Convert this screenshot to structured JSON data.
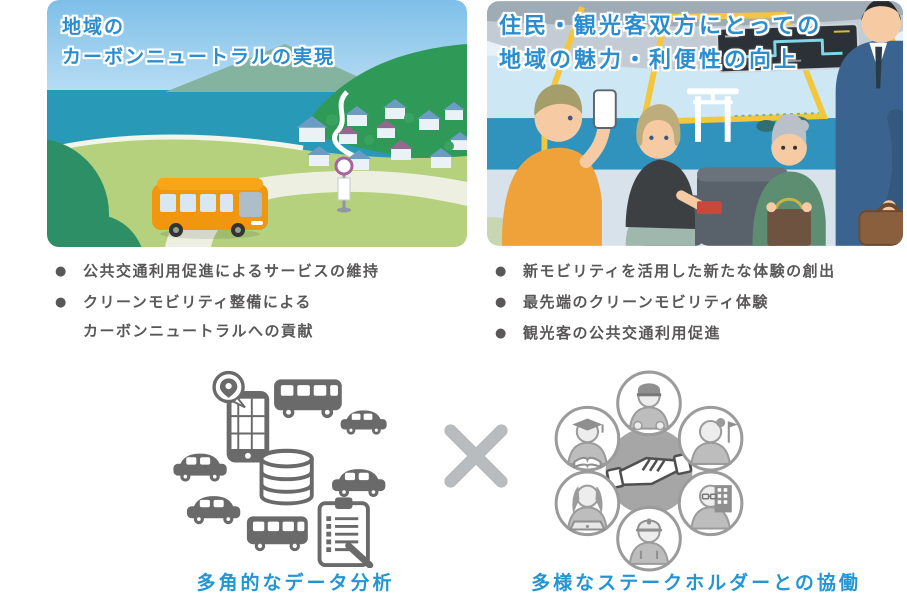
{
  "glyphs": {
    "bullet": "●",
    "separator": "×"
  },
  "colors": {
    "title_blue": "#2b8dce",
    "label_blue": "#2196d2",
    "text_gray": "#595757",
    "icon_gray": "#6a6a6a",
    "stakeholder_gray": "#9b9b9b",
    "x_gray": "#b9bcbe",
    "bus_orange": "#f0960f",
    "sea_teal": "#2899b6",
    "frame_yellow": "#f2c73c"
  },
  "panels": [
    {
      "id": "carbon-neutral",
      "title": "地域の\nカーボンニュートラルの実現",
      "illustration": "coastal-town-with-orange-bus",
      "bullets": [
        "公共交通利用促進によるサービスの維持",
        "クリーンモビリティ整備による\nカーボンニュートラルへの貢献"
      ]
    },
    {
      "id": "attractiveness",
      "title": "住民・観光客双方にとっての\n地域の魅力・利便性の向上",
      "illustration": "bus-interior-with-passengers",
      "bullets": [
        "新モビリティを活用した新たな体験の創出",
        "最先端のクリーンモビリティ体験",
        "観光客の公共交通利用促進"
      ]
    }
  ],
  "bottom": {
    "left": {
      "label": "多角的なデータ分析",
      "icons": [
        "map-pin-phone-icon",
        "minibus-icon",
        "car-icon",
        "car-icon",
        "database-icon",
        "car-icon",
        "car-icon",
        "van-icon",
        "checklist-clipboard-icon"
      ]
    },
    "separator_icon": "x-cross-icon",
    "right": {
      "label": "多様なステークホルダーとの協働",
      "icons": [
        "bus-driver-icon",
        "professor-icon",
        "tour-guide-icon",
        "office-worker-icon",
        "businessperson-icon",
        "construction-worker-icon",
        "handshake-icon"
      ]
    }
  }
}
